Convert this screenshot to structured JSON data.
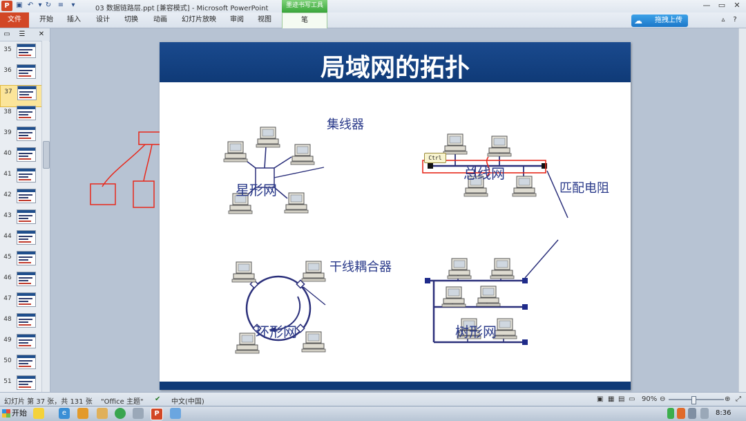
{
  "window": {
    "app_icon": "P",
    "title": "03 数据链路层.ppt [兼容模式] - Microsoft PowerPoint",
    "context_tab": "墨迹书写工具",
    "controls": [
      "minimize-icon",
      "maximize-icon",
      "close-icon"
    ]
  },
  "ribbon": {
    "tabs": [
      "文件",
      "开始",
      "插入",
      "设计",
      "切换",
      "动画",
      "幻灯片放映",
      "审阅",
      "视图",
      "笔"
    ],
    "upload_label": "拖拽上传",
    "help": "?"
  },
  "thumbnails": {
    "numbers": [
      "35",
      "36",
      "37",
      "38",
      "39",
      "40",
      "41",
      "42",
      "43",
      "44",
      "45",
      "46",
      "47",
      "48",
      "49",
      "50",
      "51"
    ],
    "selected": "37"
  },
  "slide": {
    "title": "局域网的拓扑",
    "labels": {
      "star": "星形网",
      "hub": "集线器",
      "bus": "总线网",
      "terminator": "匹配电阻",
      "ring": "环形网",
      "coupler": "干线耦合器",
      "tree": "树形网"
    },
    "ctrl_tip": "Ctrl",
    "accent_color": "#0f3a77",
    "ink_color": "#e8281b"
  },
  "statusbar": {
    "slide_info": "幻灯片 第 37 张，共 131 张",
    "theme": "\"Office 主题\"",
    "language": "中文(中国)",
    "zoom": "90%",
    "zoom_fraction": 0.45
  },
  "taskbar": {
    "start": "开始",
    "clock": "8:36"
  }
}
